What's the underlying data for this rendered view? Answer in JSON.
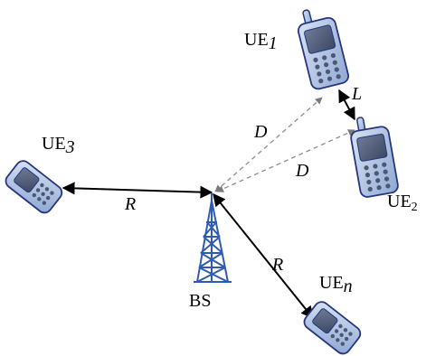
{
  "nodes": {
    "ue1": {
      "name": "UE",
      "sub": "1"
    },
    "ue2": {
      "name": "UE",
      "sub": "2"
    },
    "ue3": {
      "name": "UE",
      "sub": "3"
    },
    "uen": {
      "name": "UE",
      "sub": "n"
    },
    "bs": {
      "name": "BS"
    }
  },
  "links": {
    "bs_ue3": "R",
    "bs_uen": "R",
    "bs_ue1": "D",
    "bs_ue2": "D",
    "ue1_ue2": "L"
  },
  "colors": {
    "device_fill": "#9fb6dc",
    "device_stroke": "#27367e",
    "screen": "#4b5875",
    "tower": "#2f5bb3",
    "solid_link": "#000000",
    "dashed_link": "#8a8a8a"
  }
}
